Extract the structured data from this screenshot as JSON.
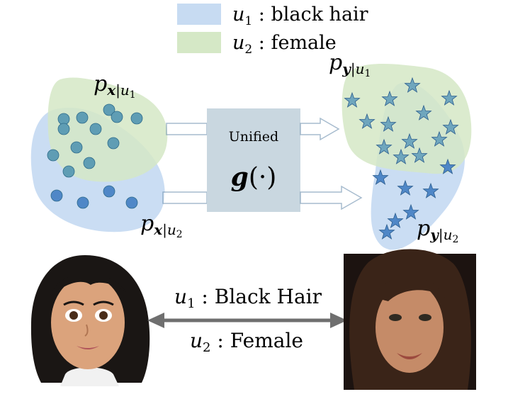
{
  "legend": {
    "u1": {
      "symbol": "u",
      "sub": "1",
      "label": " : black hair",
      "color": "#c7dbf2"
    },
    "u2": {
      "symbol": "u",
      "sub": "2",
      "label": " : female",
      "color": "#d5e8c6"
    }
  },
  "distributions": {
    "x_u1": {
      "p": "p",
      "var": "x",
      "cond": "u",
      "sub": "1"
    },
    "x_u2": {
      "p": "p",
      "var": "x",
      "cond": "u",
      "sub": "2"
    },
    "y_u1": {
      "p": "p",
      "var": "y",
      "cond": "u",
      "sub": "1"
    },
    "y_u2": {
      "p": "p",
      "var": "y",
      "cond": "u",
      "sub": "2"
    }
  },
  "unified_box": {
    "title": "Unified",
    "func": "g",
    "args": "(·)"
  },
  "bottom": {
    "attr1": {
      "symbol": "u",
      "sub": "1",
      "label": " : Black Hair"
    },
    "attr2": {
      "symbol": "u",
      "sub": "2",
      "label": " : Female"
    }
  },
  "colors": {
    "blue_region": "#c7dbf2",
    "green_region": "#d5e8c6",
    "dot_teal": "#5f9db4",
    "dot_blue": "#4f87c7",
    "star_blue": "#4f87c7",
    "star_teal": "#6fa6bd",
    "arrow_stroke": "#6c8fae",
    "box_fill": "#c9d7e0"
  }
}
